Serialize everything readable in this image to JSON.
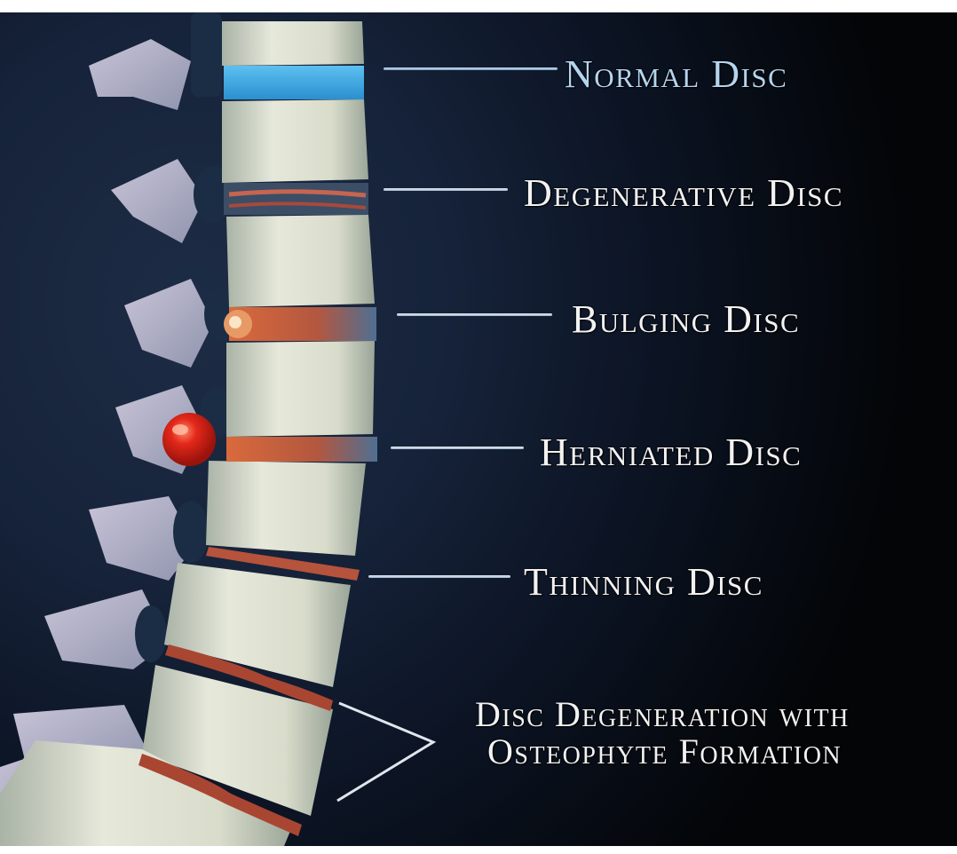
{
  "diagram": {
    "subject": "Lumbar spine, lateral view, showing intervertebral disc conditions",
    "background_color": "#0c1424",
    "accent_colors": {
      "normal_disc": "#3fa9e6",
      "inflamed_disc": "#c9553a",
      "herniation": "#d8261a",
      "bone": "#e3e6d6"
    },
    "labels": [
      {
        "id": "normal",
        "text": "Normal Disc"
      },
      {
        "id": "degenerative",
        "text": "Degenerative Disc"
      },
      {
        "id": "bulging",
        "text": "Bulging Disc"
      },
      {
        "id": "herniated",
        "text": "Herniated Disc"
      },
      {
        "id": "thinning",
        "text": "Thinning Disc"
      },
      {
        "id": "osteophyte",
        "line1": "Disc Degeneration with",
        "line2": "Osteophyte Formation"
      }
    ]
  }
}
